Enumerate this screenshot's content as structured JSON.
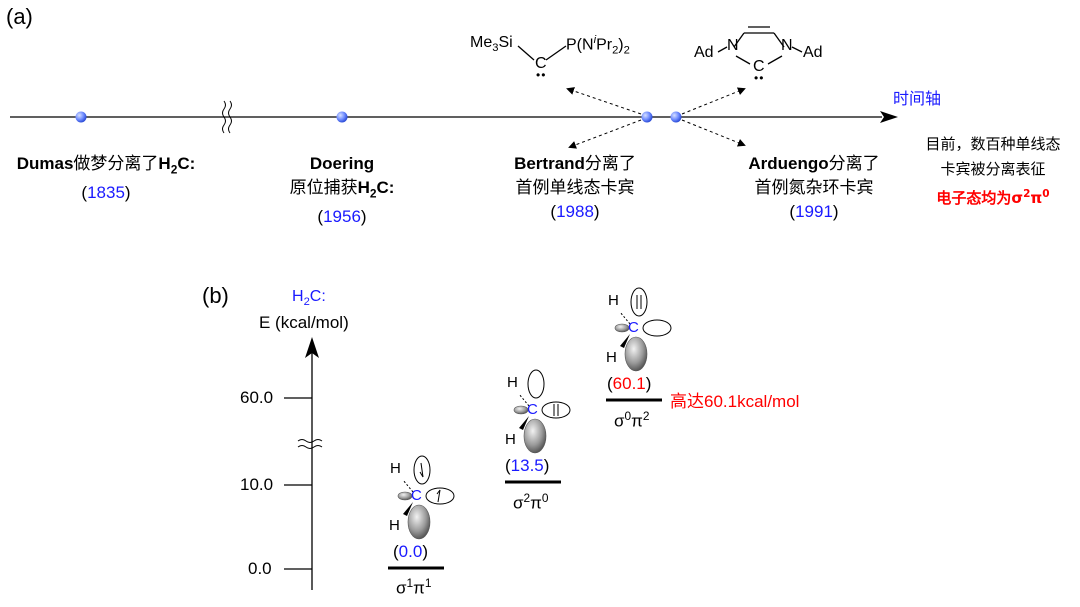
{
  "panel_a": {
    "label": "(a)",
    "axis_label": "时间轴",
    "events": [
      {
        "name": "Dumas",
        "text": "做梦分离了",
        "formula": "H",
        "formula_sub": "2",
        "formula_end": "C:",
        "year_open": "(",
        "year": "1835",
        "year_close": ")"
      },
      {
        "name": "Doering",
        "text": "原位捕获",
        "formula": "H",
        "formula_sub": "2",
        "formula_end": "C:",
        "year_open": "(",
        "year": "1956",
        "year_close": ")"
      },
      {
        "name": "Bertrand",
        "text": "分离了",
        "line2": "首例单线态卡宾",
        "year_open": "(",
        "year": "1988",
        "year_close": ")"
      },
      {
        "name": "Arduengo",
        "text": "分离了",
        "line2": "首例氮杂环卡宾",
        "year_open": "(",
        "year": "1991",
        "year_close": ")"
      }
    ],
    "right_note_1": "目前，数百种单线态",
    "right_note_2": "卡宾被分离表征",
    "right_note_3": "电子态均为σ",
    "right_note_3_sup1": "2",
    "right_note_3_mid": "π",
    "right_note_3_sup2": "0",
    "bertrand_struct": {
      "left": "Me",
      "left_sub": "3",
      "left_end": "Si",
      "right": "P(N",
      "right_sup": "i",
      "right_mid": "Pr",
      "right_sub": "2",
      "right_end": ")",
      "right_sub2": "2",
      "center": "C",
      "lone_pair": "••"
    },
    "arduengo_struct": {
      "left": "Ad",
      "n1": "N",
      "n2": "N",
      "right": "Ad",
      "center": "C",
      "lone_pair": "••"
    }
  },
  "panel_b": {
    "label": "(b)",
    "species_label": "H",
    "species_sub": "2",
    "species_end": "C:",
    "axis_title": "E (kcal/mol)",
    "ticks": [
      "60.0",
      "10.0",
      "0.0"
    ],
    "states": [
      {
        "open": "(",
        "value": "0.0",
        "close": ")",
        "term": "σ",
        "sup1": "1",
        "mid": "π",
        "sup2": "1"
      },
      {
        "open": "(",
        "value": "13.5",
        "close": ")",
        "term": "σ",
        "sup1": "2",
        "mid": "π",
        "sup2": "0"
      },
      {
        "open": "(",
        "value": "60.1",
        "close": ")",
        "term": "σ",
        "sup1": "0",
        "mid": "π",
        "sup2": "2"
      }
    ],
    "note_prefix": "高达",
    "note_value": "60.1kcal/mol",
    "atom_h": "H",
    "atom_c": "C"
  },
  "colors": {
    "blue": "#1a1aff",
    "red": "#ff0000",
    "node": "#6f8cff"
  }
}
